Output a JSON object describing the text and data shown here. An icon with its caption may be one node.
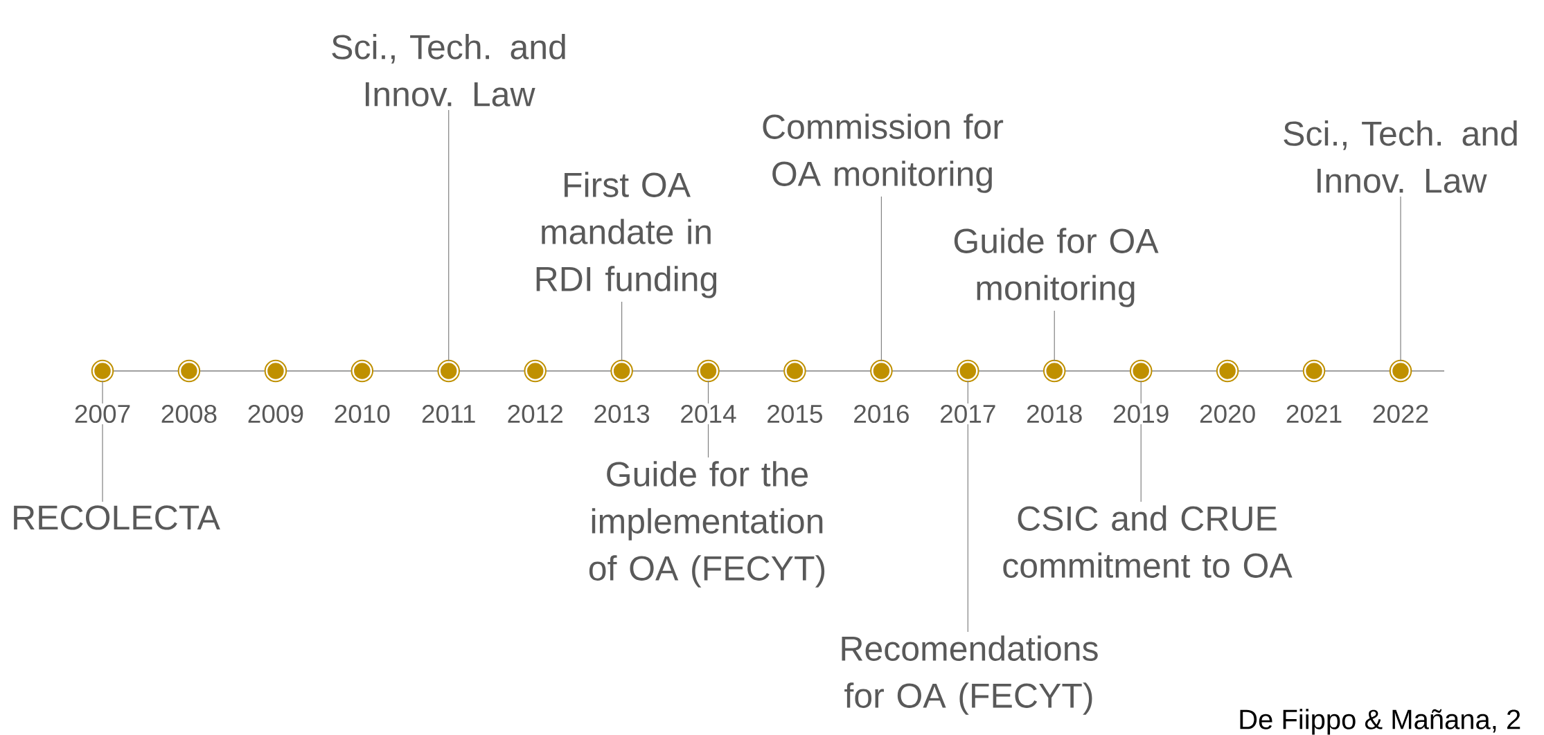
{
  "diagram": {
    "nodes": [
      {
        "text": [],
        "shape": "circle",
        "beside": [
          "2007"
        ]
      },
      {
        "text": [],
        "shape": "circle",
        "beside": [
          "2008"
        ]
      },
      {
        "text": [],
        "shape": "circle",
        "beside": [
          "2009"
        ]
      },
      {
        "text": [],
        "shape": "circle",
        "beside": [
          "2010"
        ]
      },
      {
        "text": [],
        "shape": "circle",
        "beside": [
          "2011"
        ]
      },
      {
        "text": [],
        "shape": "circle",
        "beside": [
          "2012"
        ]
      },
      {
        "text": [],
        "shape": "circle",
        "beside": [
          "2013"
        ]
      },
      {
        "text": [],
        "shape": "circle",
        "beside": [
          "2014"
        ]
      },
      {
        "text": [],
        "shape": "circle",
        "beside": [
          "2015"
        ]
      },
      {
        "text": [],
        "shape": "circle",
        "beside": [
          "2016"
        ]
      },
      {
        "text": [],
        "shape": "circle",
        "beside": [
          "2017"
        ]
      },
      {
        "text": [],
        "shape": "circle",
        "beside": [
          "2018"
        ]
      },
      {
        "text": [],
        "shape": "circle",
        "beside": [
          "2019"
        ]
      },
      {
        "text": [],
        "shape": "circle",
        "beside": [
          "2020"
        ]
      },
      {
        "text": [],
        "shape": "circle",
        "beside": [
          "2021"
        ]
      },
      {
        "text": [],
        "shape": "circle",
        "beside": [
          "2022"
        ]
      },
      {
        "text": [
          "Sci., Tech. and Innov. Law"
        ]
      },
      {
        "text": [
          "First OA mandate in RDI funding"
        ]
      },
      {
        "text": [
          "Commission for OA monitoring"
        ]
      },
      {
        "text": [
          "Guide for OA monitoring"
        ]
      },
      {
        "text": [
          "Sci., Tech. and Innov. Law"
        ]
      },
      {
        "text": [
          "RECOLECTA"
        ]
      },
      {
        "text": [
          "Guide for the implementation of OA (FECYT)"
        ]
      },
      {
        "text": [
          "CSIC and CRUE commitment to OA"
        ]
      },
      {
        "text": [
          "Recomendations for OA (FECYT)"
        ]
      }
    ],
    "edges": [
      {
        "from": 16,
        "to": 4,
        "arrow": "none"
      },
      {
        "from": 17,
        "to": 6,
        "arrow": "none"
      },
      {
        "from": 18,
        "to": 9,
        "arrow": "none"
      },
      {
        "from": 19,
        "to": 11,
        "arrow": "none"
      },
      {
        "from": 20,
        "to": 15,
        "arrow": "none"
      },
      {
        "from": 21,
        "to": 0,
        "arrow": "none"
      },
      {
        "from": 22,
        "to": 7,
        "arrow": "none"
      },
      {
        "from": 23,
        "to": 12,
        "arrow": "none"
      },
      {
        "from": 24,
        "to": 10,
        "arrow": "none"
      }
    ],
    "labels": [
      "De Fiippo & Mañana, 2"
    ]
  }
}
